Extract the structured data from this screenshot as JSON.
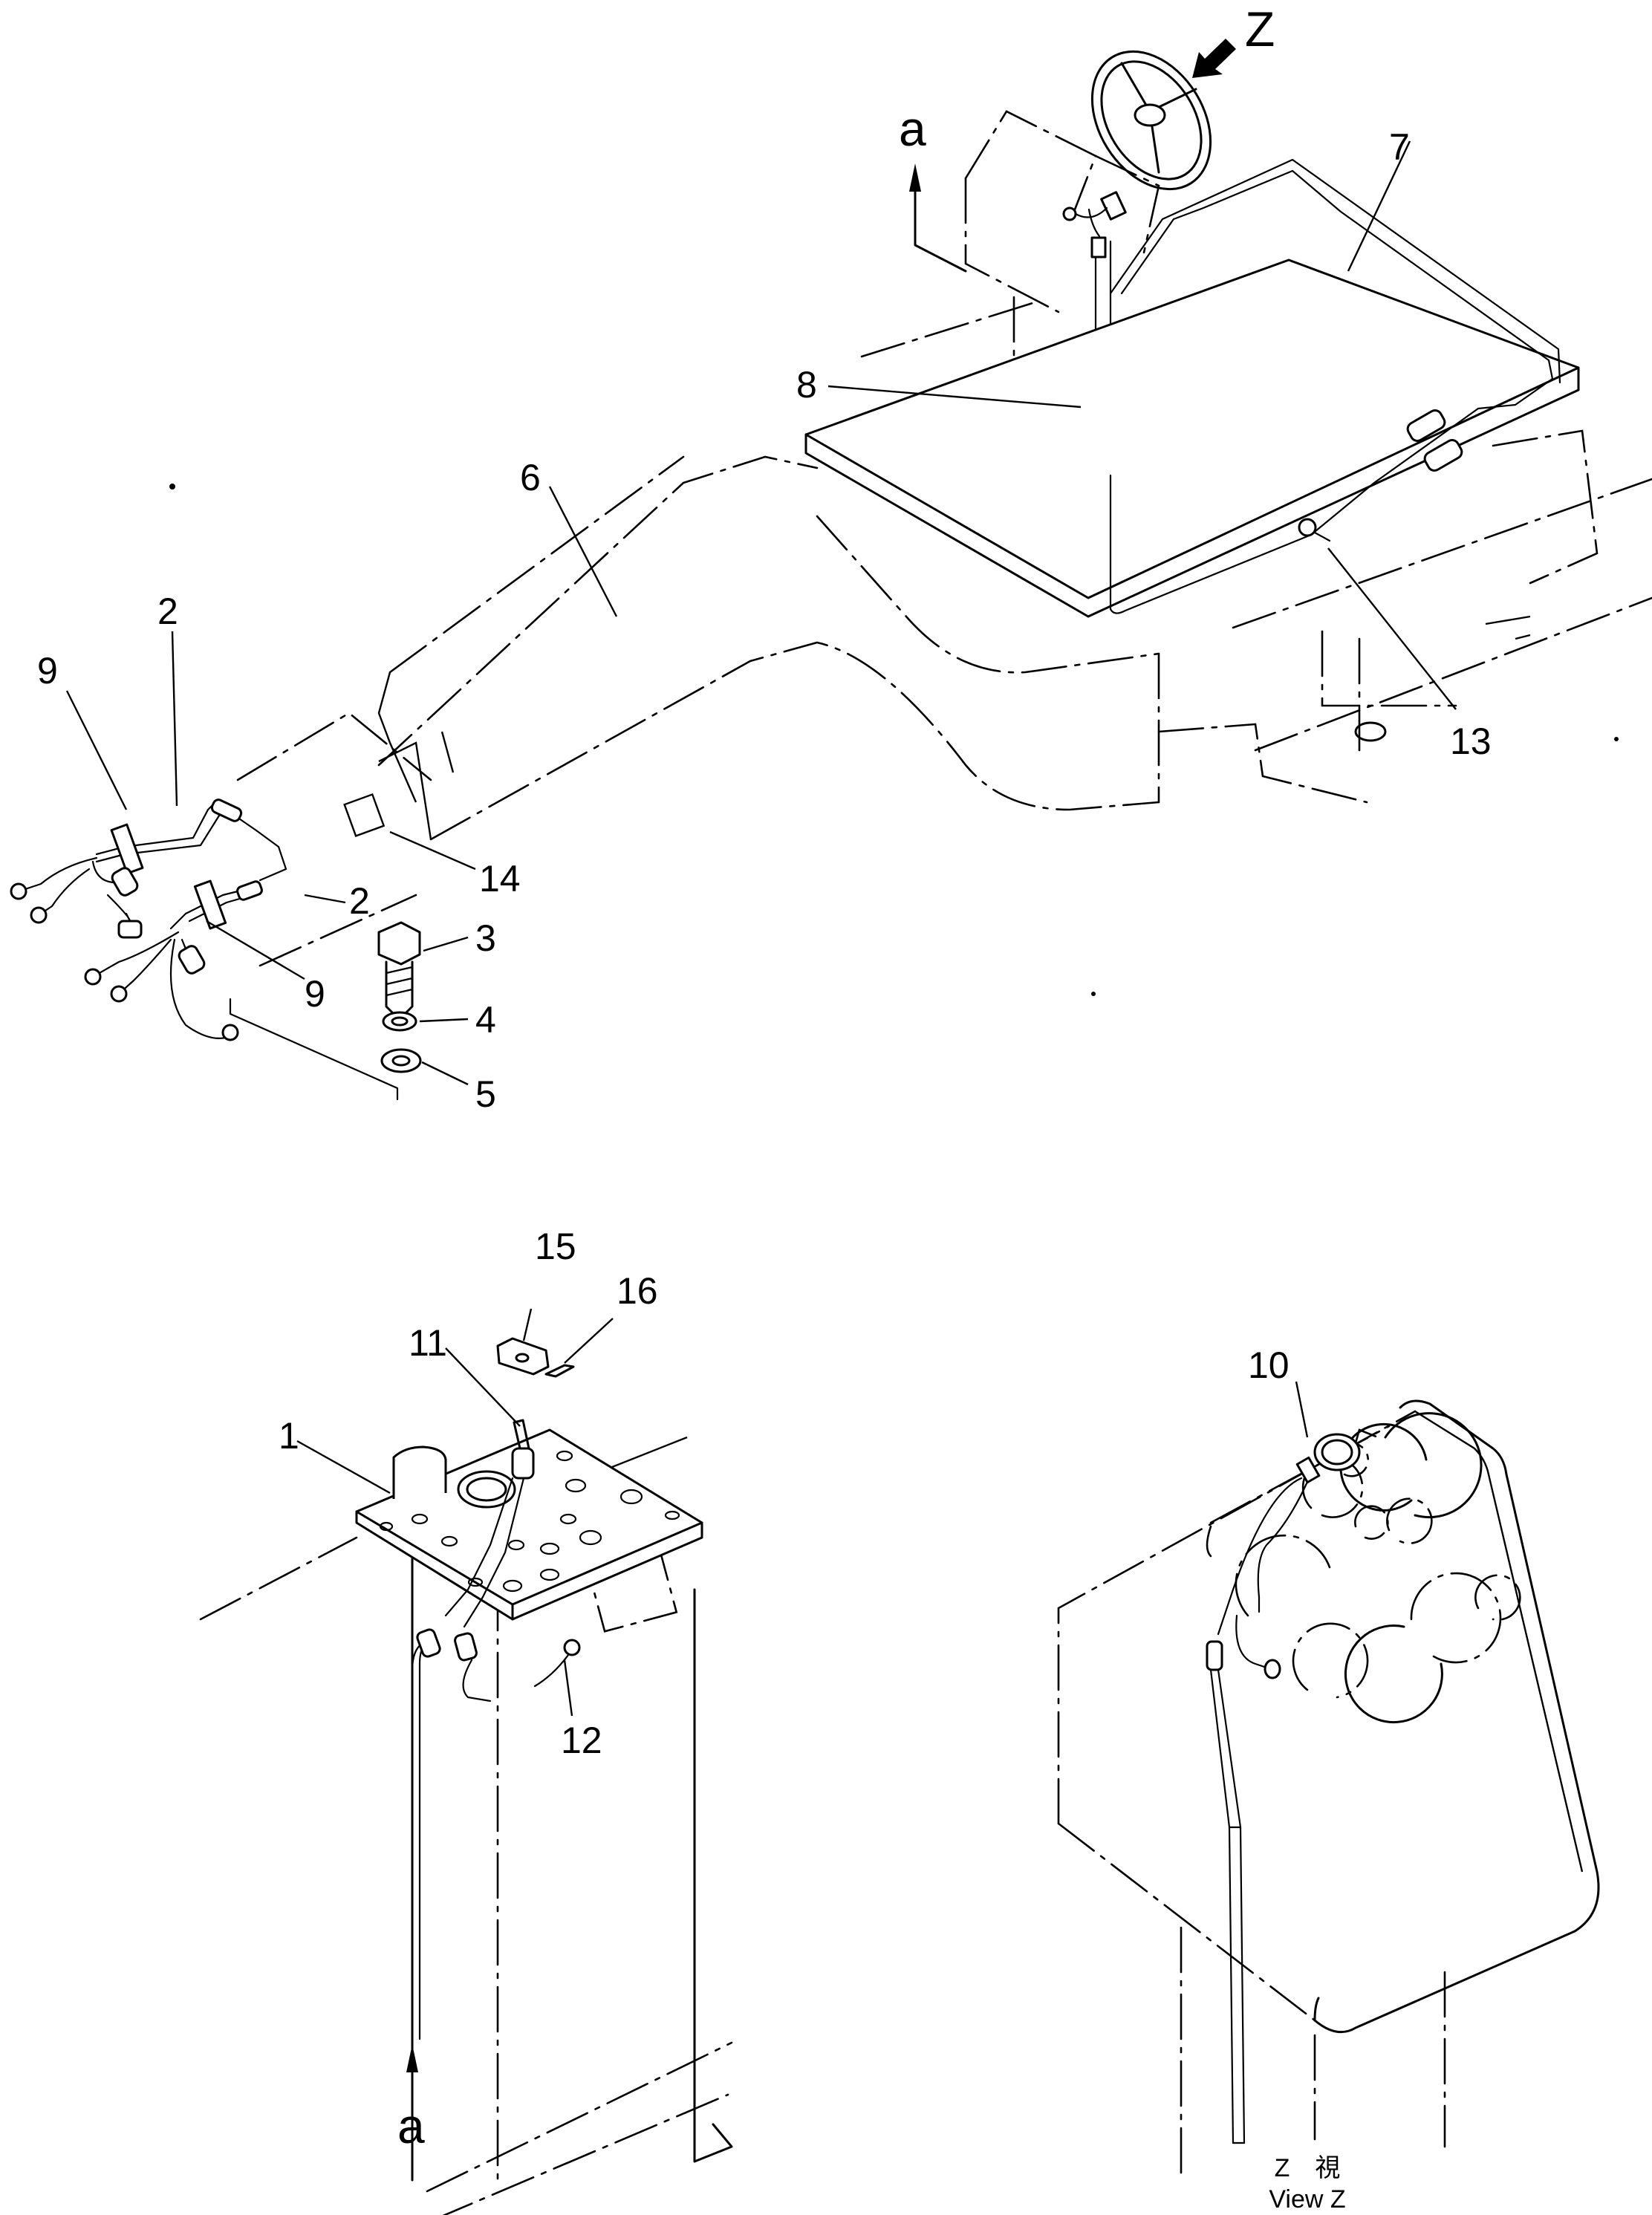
{
  "callouts": [
    {
      "id": "c1",
      "text": "1"
    },
    {
      "id": "c2a",
      "text": "2"
    },
    {
      "id": "c2b",
      "text": "2"
    },
    {
      "id": "c3",
      "text": "3"
    },
    {
      "id": "c4",
      "text": "4"
    },
    {
      "id": "c5",
      "text": "5"
    },
    {
      "id": "c6",
      "text": "6"
    },
    {
      "id": "c7",
      "text": "7"
    },
    {
      "id": "c8",
      "text": "8"
    },
    {
      "id": "c9a",
      "text": "9"
    },
    {
      "id": "c9b",
      "text": "9"
    },
    {
      "id": "c10",
      "text": "10"
    },
    {
      "id": "c11",
      "text": "11"
    },
    {
      "id": "c12",
      "text": "12"
    },
    {
      "id": "c13",
      "text": "13"
    },
    {
      "id": "c14",
      "text": "14"
    },
    {
      "id": "c15",
      "text": "15"
    },
    {
      "id": "c16",
      "text": "16"
    }
  ],
  "markers": {
    "view_arrow": "Z",
    "section_top": "a",
    "section_bottom": "a"
  },
  "view_caption": {
    "line1": "Z　視",
    "line2": "View  Z"
  }
}
